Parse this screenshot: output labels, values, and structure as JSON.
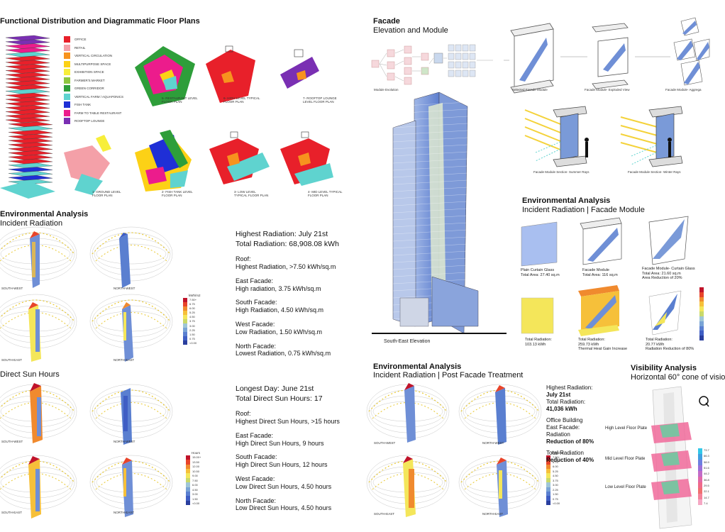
{
  "left": {
    "functional_title": "Functional Distribution and Diagrammatic Floor Plans",
    "legend": [
      {
        "label": "OFFICE",
        "color": "#e8202a"
      },
      {
        "label": "RETAIL",
        "color": "#f4a0a8"
      },
      {
        "label": "VERTICAL CIRCULATION",
        "color": "#f7931e"
      },
      {
        "label": "MULTIPURPOSE SPACE",
        "color": "#fcd116"
      },
      {
        "label": "EXHIBITION SPACE",
        "color": "#f7ee3a"
      },
      {
        "label": "FARMER'S MARKET",
        "color": "#8dc63f"
      },
      {
        "label": "GREEN CORRIDOR",
        "color": "#2e9e3a"
      },
      {
        "label": "VERTICAL FARM / AQUAPONICS",
        "color": "#5fd3cf"
      },
      {
        "label": "FISH TANK",
        "color": "#1f2fd6"
      },
      {
        "label": "FARM TO TABLE RESTAURANT",
        "color": "#ec1c8c"
      },
      {
        "label": "ROOFTOP LOUNGE",
        "color": "#7a2fb3"
      }
    ],
    "plans": [
      {
        "label": "5- RESTAURANT LEVEL FLOOR PLAN"
      },
      {
        "label": "6- HIGH LEVEL TYPICAL FLOOR PLAN"
      },
      {
        "label": "7- ROOFTOP LOUNGE LEVEL FLOOR PLAN"
      },
      {
        "label": "1- GROUND LEVEL FLOOR PLAN"
      },
      {
        "label": "2- FISH TANK LEVEL FLOOR PLAN"
      },
      {
        "label": "3- LOW LEVEL TYPICAL FLOOR PLAN"
      },
      {
        "label": "4- MID LEVEL TYPICAL FLOOR PLAN"
      }
    ],
    "env_title": "Environmental Analysis",
    "env_sub": "Incident Radiation",
    "views_top": [
      "SOUTH-WEST",
      "NORTH-WEST",
      "SOUTH-EAST",
      "NORTH-EAST"
    ],
    "radiation_scale": {
      "unit": "kWh/m2",
      "ticks": [
        "7.50+",
        "6.75",
        "6.00",
        "5.25",
        "4.50",
        "3.75",
        "3.00",
        "2.25",
        "1.50",
        "0.75",
        "<0.00"
      ]
    },
    "radiation_stats": {
      "line1": "Highest Radiation: July 21st",
      "line2": "Total Radiation: 68,908.08 kWh",
      "roof_h": "Roof:",
      "roof_v": "Highest Radiation, >7.50 kWh/sq.m",
      "east_h": "East Facade:",
      "east_v": "High radiation, 3.75 kWh/sq.m",
      "south_h": "South Facade:",
      "south_v": "High Radiation, 4.50 kWh/sq.m",
      "west_h": "West Facade:",
      "west_v": "Low Radiation, 1.50 kWh/sq.m",
      "north_h": "North Facade:",
      "north_v": "Lowest Radiation, 0.75 kWh/sq.m"
    },
    "sun_title": "Direct Sun Hours",
    "sun_scale": {
      "unit": "Hours",
      "ticks": [
        "15.00+",
        "13.50",
        "12.00",
        "10.50",
        "9.00",
        "7.50",
        "6.00",
        "4.50",
        "3.00",
        "1.50",
        "<0.00"
      ]
    },
    "sun_stats": {
      "line1": "Longest Day: June 21st",
      "line2": "Total Direct Sun Hours: 17",
      "roof_h": "Roof:",
      "roof_v": "Highest Direct Sun Hours, >15 hours",
      "east_h": "East Facade:",
      "east_v": "High Direct Sun Hours, 9 hours",
      "south_h": "South Facade:",
      "south_v": "High Direct Sun Hours, 12 hours",
      "west_h": "West Facade:",
      "west_v": "Low Direct Sun Hours, 4.50 hours",
      "north_h": "North Facade:",
      "north_v": "Low Direct Sun Hours, 4.50 hours"
    }
  },
  "right": {
    "facade_title": "Facade",
    "facade_sub": "Elevation and Module",
    "module_evolution": "Module Evolution",
    "selected_module": "Selected Facade Module",
    "exploded": "Facade Module- Exploded View",
    "aggregate": "Facade Module- Aggrega",
    "summer": "Facade Module Section- Summer Rays",
    "winter": "Facade Module Section- Winter Rays",
    "elevation": "South-East Elevation",
    "env_title": "Environmental Analysis",
    "env_sub": "Incident Radiation | Facade Module",
    "plain_glass": "Plain Curtain Glass",
    "plain_area": "Total Area: 27.40 sq.m",
    "fm": "Facade Module",
    "fm_area": "Total Area: 116 sq.m",
    "fmcg": "Facade Module- Curtain Glass",
    "fmcg_area": "Total Area: 21.60 sq.m",
    "fmcg_red": "Area Reduction of 20%",
    "tr1_a": "Total Radiation:",
    "tr1_b": "103.13 kWh",
    "tr2_a": "Total Radiation:",
    "tr2_b": "259.73 kWh",
    "tr2_c": "Thermal Heat Gain Increase",
    "tr3_a": "Total Radiation:",
    "tr3_b": "20.77 kWh",
    "tr3_c": "Radiation Reduction of 80%",
    "post_title": "Environmental Analysis",
    "post_sub": "Incident Radiation | Post Facade Treatment",
    "post_views": [
      "SOUTH-WEST",
      "NORTH-WEST",
      "SOUTH-EAST",
      "NORTH-EAST"
    ],
    "post_scale_unit": "kWh/m2",
    "post_scale_ticks": [
      "7.50+",
      "6.75",
      "6.00",
      "5.25",
      "4.50",
      "3.75",
      "3.00",
      "2.25",
      "1.50",
      "0.75",
      "<0.00"
    ],
    "post_stats": {
      "l1": "Highest Radiation:",
      "l2": "July 21st",
      "l3": "Total Radiation:",
      "l4": "41,036 kWh",
      "l5": "Office Building",
      "l6": "East Facade:",
      "l7": "Radiation",
      "l8": "Reduction of 80%",
      "l9": "Total Radiation",
      "l10": "Reduction of 40%"
    },
    "vis_title": "Visibility Analysis",
    "vis_sub": "Horizontal 60° cone of visio",
    "vis_high": "High Level Floor Plate",
    "vis_mid": "Mid Level Floor Plate",
    "vis_low": "Low Level Floor Plate",
    "vis_scale": [
      "73.7",
      "66.3",
      "58.9",
      "51.6",
      "44.2",
      "36.8",
      "29.5",
      "22.1",
      "14.7",
      "7.4"
    ]
  },
  "colors": {
    "scale": [
      "#c0132a",
      "#e8442a",
      "#f08a2e",
      "#f6c03a",
      "#f4e65a",
      "#c9d96a",
      "#9fc6d6",
      "#7aa4d6",
      "#5a7fd0",
      "#3f5ec4",
      "#2a3f9e"
    ],
    "tower_blue": "#6f8fd6",
    "vis_scale": [
      "#33c8e8",
      "#3fa0e0",
      "#6d7fe0",
      "#9a6fd8",
      "#c36cc8",
      "#e06aa8",
      "#ef6a8a",
      "#f07070",
      "#f4829a",
      "#f5a8c4"
    ]
  }
}
